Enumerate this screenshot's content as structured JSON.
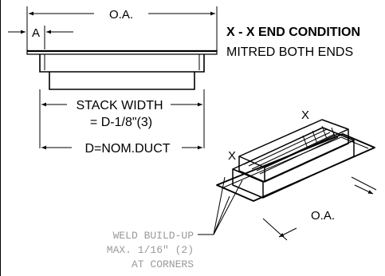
{
  "drawing": {
    "title_line1": "X - X END CONDITION",
    "title_line2": "MITRED BOTH ENDS",
    "dim_overall": "O.A.",
    "dim_a": "A",
    "stack_width_line1": "STACK WIDTH",
    "stack_width_line2": "= D-1/8\"(3)",
    "dim_duct": "D=NOM.DUCT",
    "iso_section_mark_left": "X",
    "iso_section_mark_right": "X",
    "iso_overall": "O.A.",
    "weld_note_line1": "WELD BUILD-UP",
    "weld_note_line2": "MAX. 1/16\" (2)",
    "weld_note_line3": "AT CORNERS"
  },
  "colors": {
    "ink": "#000000",
    "note_ink": "#9a9a9a"
  }
}
